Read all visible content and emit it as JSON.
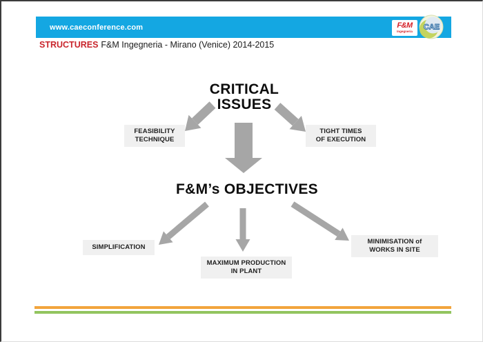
{
  "slide": {
    "header": {
      "website_url": "www.caeconference.com",
      "fm_logo_text": "F&M",
      "fm_logo_subtext": "Ingegneria",
      "cae_logo_text": "CAE"
    },
    "subtitle": {
      "section": "STRUCTURES",
      "description": "F&M Ingegneria - Mirano (Venice) 2014-2015"
    },
    "diagram": {
      "critical_title_line1": "CRITICAL",
      "critical_title_line2": "ISSUES",
      "objectives_title": "F&M’s OBJECTIVES",
      "boxes": {
        "feasibility": {
          "line1": "FEASIBILITY",
          "line2": "TECHNIQUE"
        },
        "tight_times": {
          "line1": "TIGHT TIMES",
          "line2": "OF EXECUTION"
        },
        "simplification": {
          "line1": "SIMPLIFICATION"
        },
        "max_production": {
          "line1": "MAXIMUM PRODUCTION",
          "line2": "IN PLANT"
        },
        "minimisation": {
          "line1": "MINIMISATION of",
          "line2": "WORKS IN SITE"
        }
      }
    },
    "colors": {
      "header_blue": "#14a7e2",
      "accent_red": "#c9252c",
      "arrow_gray": "#a6a6a6",
      "box_gray": "#f0f0f0",
      "footer_orange": "#f2a43c",
      "footer_green": "#92c45f"
    }
  }
}
